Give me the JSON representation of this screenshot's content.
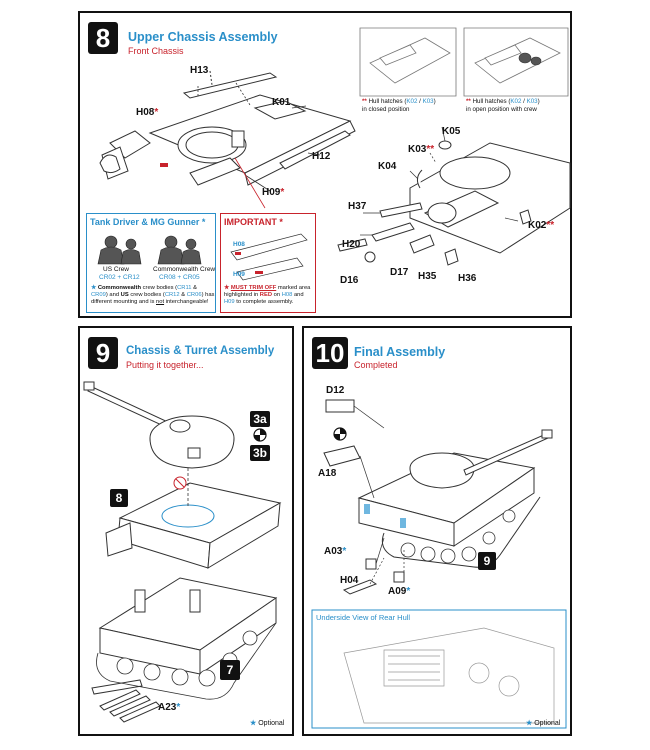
{
  "step8": {
    "number": "8",
    "title": "Upper Chassis Assembly",
    "subtitle": "Front Chassis",
    "labels": {
      "h13": "H13",
      "h08": "H08",
      "k01": "K01",
      "h12": "H12",
      "h09": "H09",
      "k05": "K05",
      "k03": "K03",
      "k04": "K04",
      "h37": "H37",
      "h20": "H20",
      "d16": "D16",
      "d17": "D17",
      "h35": "H35",
      "h36": "H36",
      "k02": "K02"
    },
    "hatch_closed": {
      "prefix": "Hull hatches (",
      "k02": "K02",
      "slash": " / ",
      "k03": "K03",
      "suffix": ")",
      "line2": "in closed position"
    },
    "hatch_open": {
      "prefix": "Hull hatches (",
      "k02": "K02",
      "slash": " / ",
      "k03": "K03",
      "suffix": ")",
      "line2": "in open position with crew"
    },
    "crew_box": {
      "title": "Tank Driver & MG Gunner",
      "us_crew": "US Crew",
      "us_parts": "CR02 + CR12",
      "cw_crew": "Commonwealth Crew",
      "cw_parts": "CR08 + CR05",
      "note_bold": "Commonwealth",
      "note_1": " crew bodies (",
      "note_cr11": "CR11",
      "note_amp1": " & ",
      "note_cr09": "CR09",
      "note_2": ") and ",
      "note_us": "US",
      "note_3": " crew bodies (",
      "note_cr12": "CR12",
      "note_amp2": " & ",
      "note_cr06": "CR06",
      "note_4": ") has different mounting and is ",
      "note_not": "not",
      "note_5": " interchangeable!"
    },
    "important_box": {
      "title": "IMPORTANT",
      "h08": "H08",
      "h09": "H09",
      "note_must": "MUST TRIM OFF",
      "note_1": " marked area highlighted in ",
      "note_red": "RED",
      "note_2": " on ",
      "note_h08": "H08",
      "note_3": " and ",
      "note_h09": "H09",
      "note_4": " to complete assembly."
    }
  },
  "step9": {
    "number": "9",
    "title": "Chassis & Turret Assembly",
    "subtitle": "Putting it together...",
    "ref_3a": "3a",
    "ref_3b": "3b",
    "ref_8": "8",
    "ref_7": "7",
    "label_a23": "A23",
    "optional": "Optional"
  },
  "step10": {
    "number": "10",
    "title": "Final Assembly",
    "subtitle": "Completed",
    "labels": {
      "d12": "D12",
      "a18": "A18",
      "a03": "A03",
      "h04": "H04",
      "a09": "A09"
    },
    "ref_9": "9",
    "underside_title": "Underside View of Rear Hull",
    "optional": "Optional"
  },
  "colors": {
    "accent_blue": "#2a8fc9",
    "accent_red": "#c8232c",
    "ink": "#111111"
  }
}
